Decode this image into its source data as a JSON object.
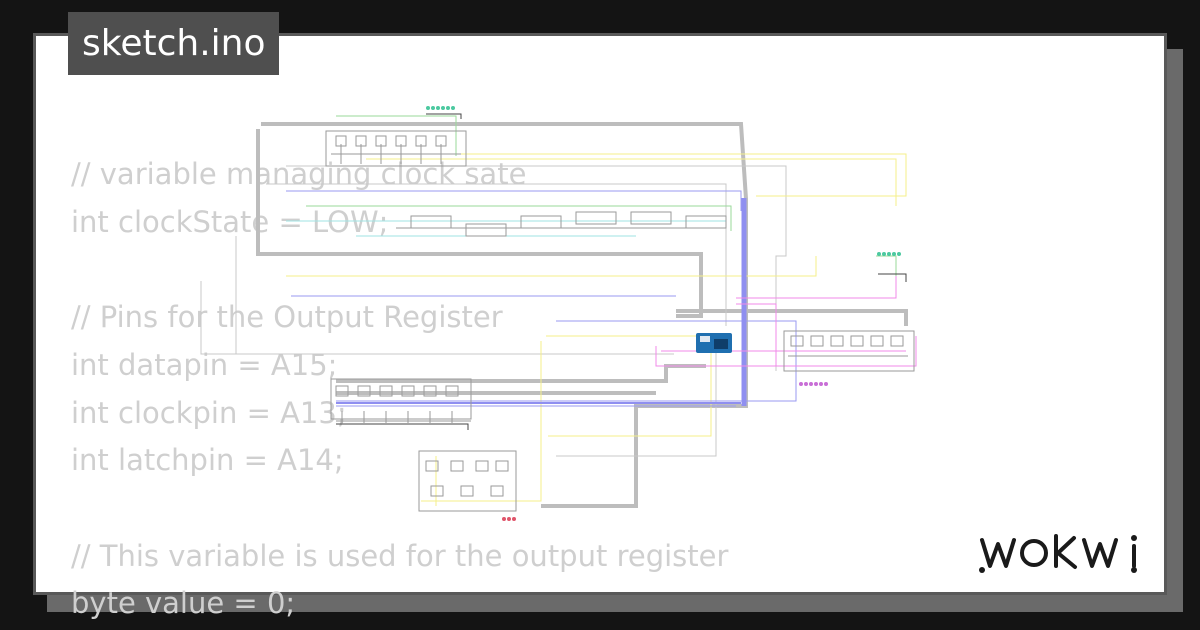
{
  "title": "sketch.ino",
  "code_lines": [
    "// variable managing clock sate",
    "int clockState = LOW;",
    "",
    "// Pins for the Output Register",
    "int datapin = A15;",
    "int clockpin = A13;",
    "int latchpin = A14;",
    "",
    "// This variable is used for the output register",
    "byte value = 0;"
  ],
  "logo_text": "WOKWi",
  "colors": {
    "background": "#141414",
    "card": "#ffffff",
    "card_border": "#595959",
    "title_bg": "#4f4f4f",
    "code_text": "#cfcfcf",
    "wire_gray": "#b0b0b0",
    "wire_yellow": "#f4ef8a",
    "wire_purple": "#8f8ff0",
    "wire_magenta": "#f08ae8",
    "wire_green": "#8fd98f",
    "board_blue": "#1f6fb0"
  },
  "icons": [
    "arduino-mega-board",
    "led-icon"
  ]
}
